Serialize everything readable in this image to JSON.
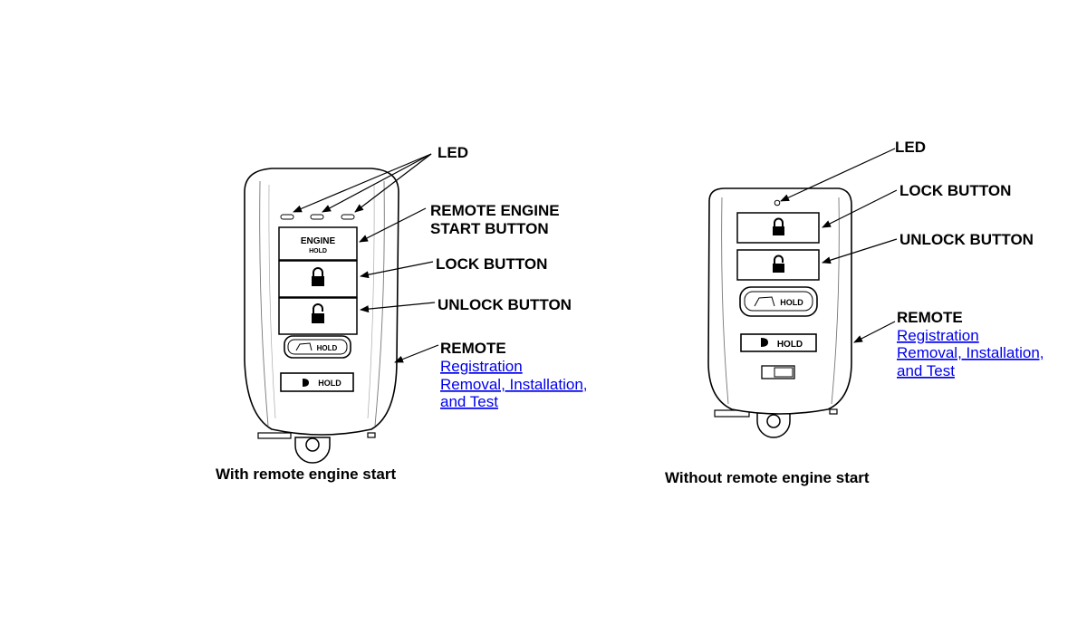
{
  "colors": {
    "link": "#0000ee",
    "line": "#000000",
    "fob_outline": "#000000",
    "fob_fill": "#ffffff"
  },
  "left_fob": {
    "caption": "With remote engine start",
    "engine_button_line1": "ENGINE",
    "engine_button_line2": "HOLD",
    "trunk_button_label": "HOLD",
    "panic_button_label": "HOLD",
    "callouts": {
      "led": "LED",
      "remote_engine_start_line1": "REMOTE ENGINE",
      "remote_engine_start_line2": "START BUTTON",
      "lock_button": "LOCK BUTTON",
      "unlock_button": "UNLOCK BUTTON",
      "remote": "REMOTE"
    },
    "links": {
      "registration": "Registration",
      "removal_line1": "Removal, Installation,",
      "removal_line2": "and Test"
    }
  },
  "right_fob": {
    "caption": "Without remote engine start",
    "trunk_button_label": "HOLD",
    "panic_button_label": "HOLD",
    "callouts": {
      "led": "LED",
      "lock_button": "LOCK BUTTON",
      "unlock_button": "UNLOCK BUTTON",
      "remote": "REMOTE"
    },
    "links": {
      "registration": "Registration",
      "removal_line1": "Removal, Installation,",
      "removal_line2": "and Test"
    }
  }
}
